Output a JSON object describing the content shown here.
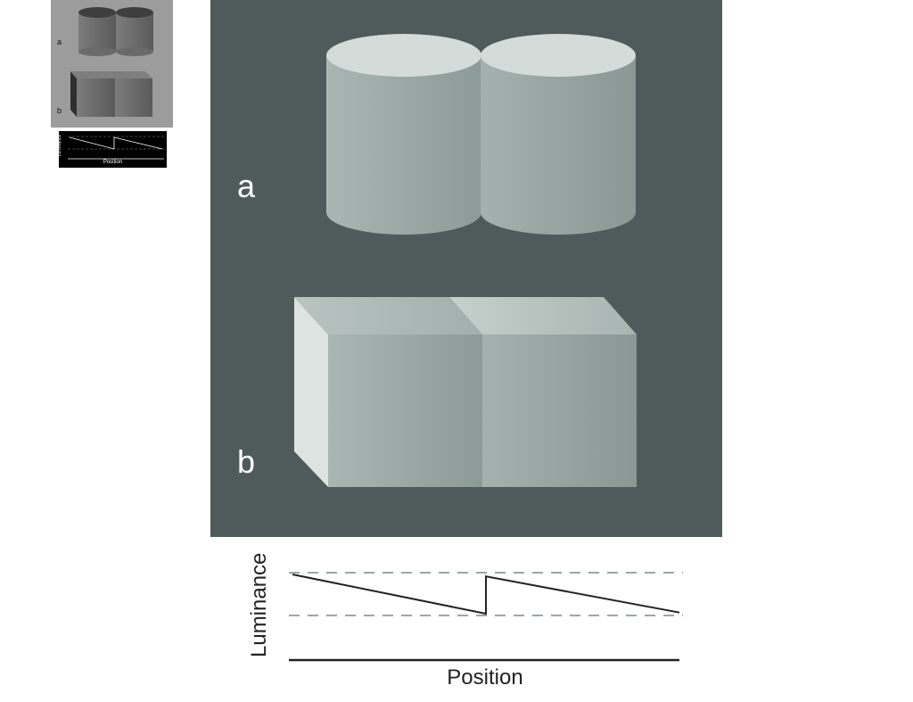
{
  "thumbnail": {
    "label_a": "a",
    "label_b": "b",
    "graph_ylabel": "Luminance",
    "graph_xlabel": "Position"
  },
  "figure": {
    "label_a": "a",
    "label_b": "b",
    "background_color": "#4f5b5b",
    "object_color": "#9fadaa"
  },
  "graph": {
    "ylabel": "Luminance",
    "xlabel": "Position",
    "profile": {
      "type": "line",
      "description_kind": "sawtooth luminance profile",
      "segments": [
        {
          "x_start": 0.0,
          "y_start": 1.0,
          "x_end": 0.5,
          "y_end": 0.0
        },
        {
          "x_start": 0.5,
          "y_start": 0.0,
          "x_end": 0.5,
          "y_end": 0.95
        },
        {
          "x_start": 0.5,
          "y_start": 0.95,
          "x_end": 1.0,
          "y_end": 0.03
        }
      ],
      "reference_levels": [
        1.0,
        0.0
      ]
    }
  }
}
